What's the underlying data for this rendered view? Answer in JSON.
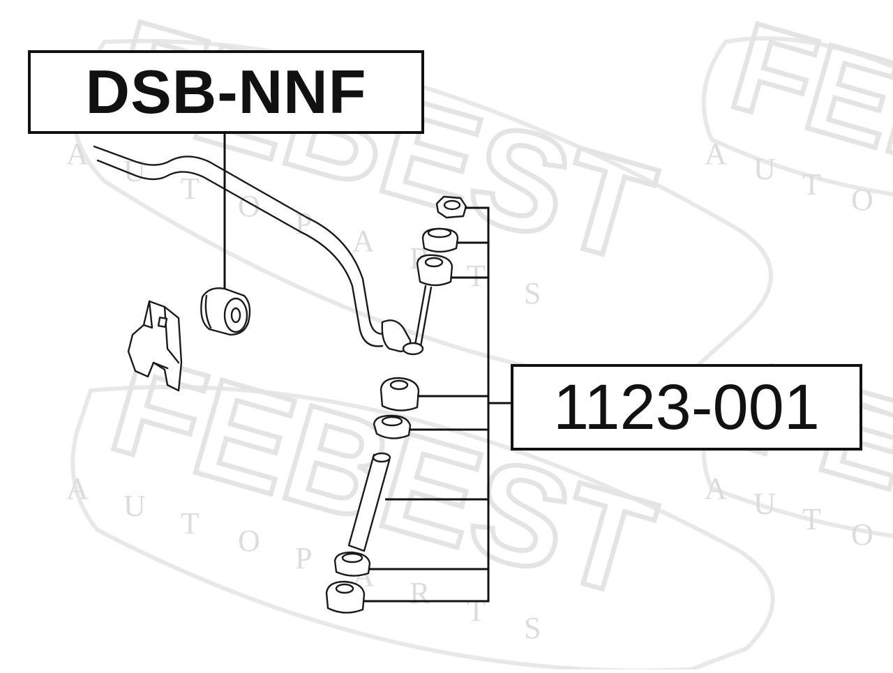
{
  "watermark": {
    "brand": "FEBEST",
    "letters": [
      "A",
      "U",
      "T",
      "O",
      "P",
      "A",
      "R",
      "T",
      "S"
    ],
    "color": "#e4e4e4"
  },
  "labels": {
    "bushing_part_number": "DSB-NNF",
    "link_kit_part_number": "1123-001"
  },
  "colors": {
    "line": "#111111",
    "background": "#ffffff"
  }
}
